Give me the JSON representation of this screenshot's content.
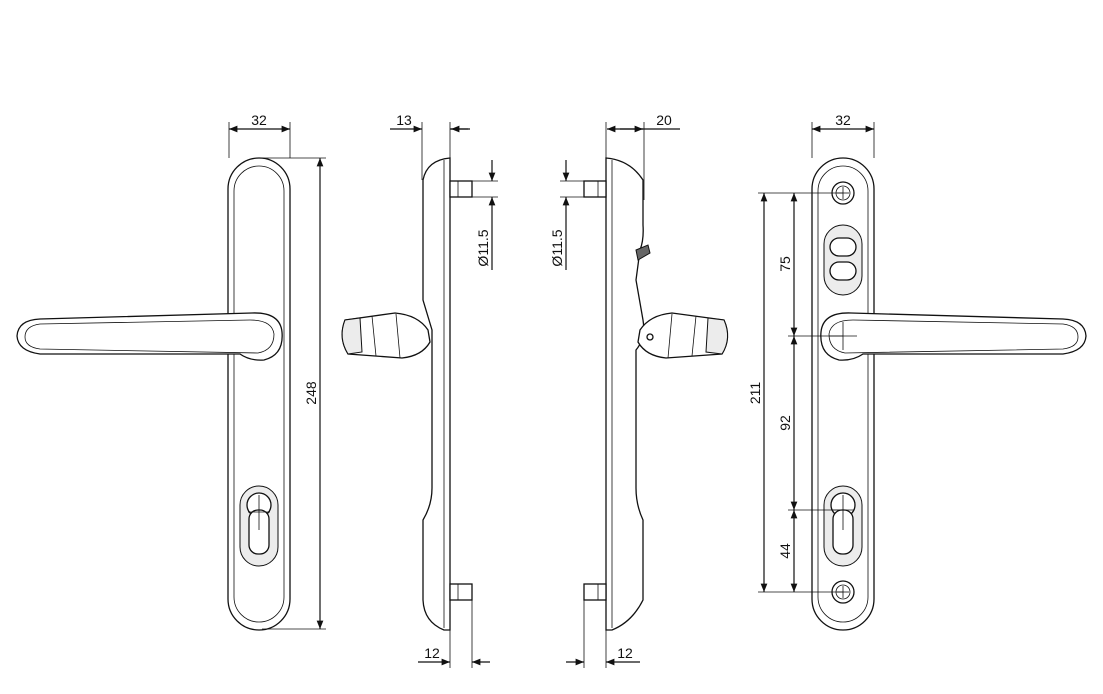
{
  "views": {
    "front": {
      "width_label": "32",
      "height_label": "248"
    },
    "side_left": {
      "depth_label": "13",
      "pin_label": "Ø11.5",
      "pin_offset_label": "12"
    },
    "side_right": {
      "depth_label": "20",
      "pin_label": "Ø11.5",
      "pin_offset_label": "12"
    },
    "back": {
      "width_label": "32",
      "total_label": "211",
      "upper_label": "75",
      "middle_label": "92",
      "lower_label": "44"
    }
  },
  "colors": {
    "line": "#111111",
    "background": "#ffffff"
  }
}
